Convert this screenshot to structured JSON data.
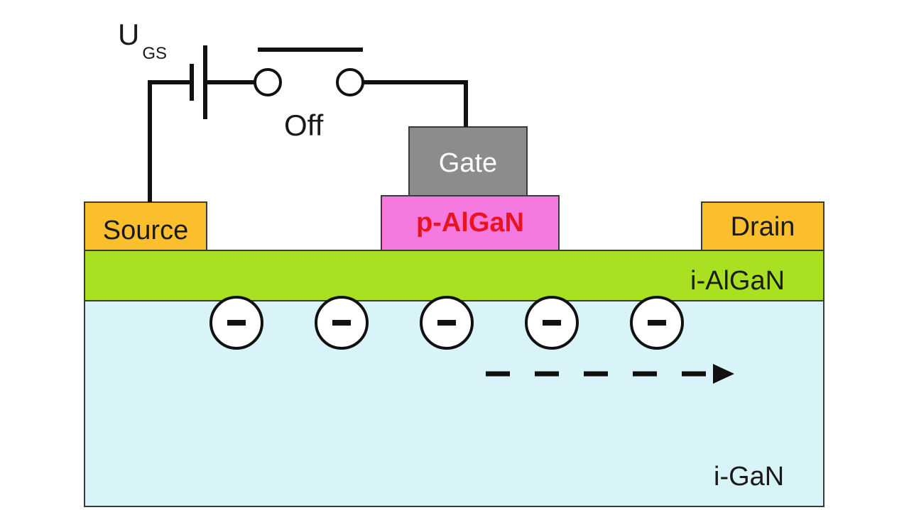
{
  "labels": {
    "voltage_main": "U",
    "voltage_sub": "GS",
    "switch_state": "Off",
    "gate": "Gate",
    "p_algan": "p-AlGaN",
    "source": "Source",
    "drain": "Drain",
    "i_algan": "i-AlGaN",
    "i_gan": "i-GaN",
    "electron_symbol": "−"
  },
  "colors": {
    "gate": "#8c8c8c",
    "p_algan": "#f579df",
    "p_algan_text": "#e8141e",
    "contacts": "#fbbf2e",
    "i_algan": "#a9e021",
    "i_gan": "#d9f4f8"
  },
  "electrons": {
    "count": 5
  }
}
